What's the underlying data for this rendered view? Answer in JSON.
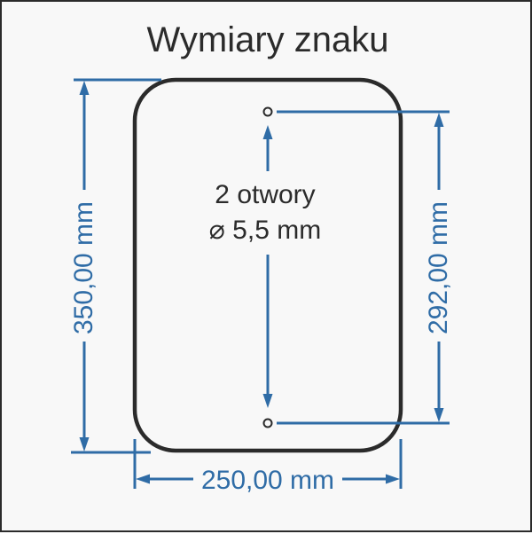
{
  "title": "Wymiary znaku",
  "colors": {
    "background": "#f8f8f8",
    "ink": "#2b2b2b",
    "dimension_blue": "#2f6ca6"
  },
  "sign": {
    "holes_count_note": "2 otwory",
    "holes_diameter_note": "⌀ 5,5 mm"
  },
  "dimensions": {
    "total_height_label": "350,00 mm",
    "hole_spacing_label": "292,00 mm",
    "total_width_label": "250,00 mm"
  }
}
